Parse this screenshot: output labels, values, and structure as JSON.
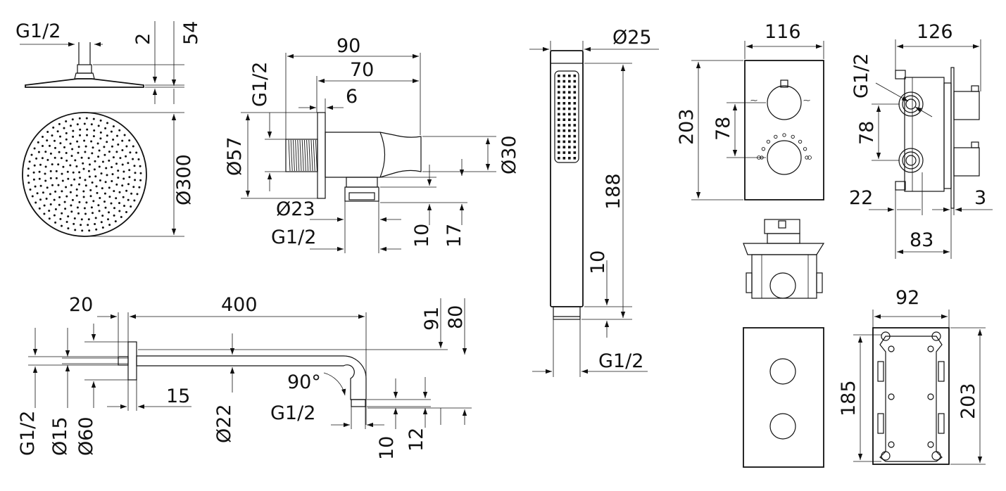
{
  "drawing": {
    "shower_head": {
      "thread_label": "G1/2",
      "dim_top": "2",
      "dim_height": "54",
      "dim_diameter": "Ø300"
    },
    "wall_elbow": {
      "dim_width": "90",
      "dim_depth": "70",
      "dim_flange": "6",
      "thread_label_top": "G1/2",
      "dim_flange_dia": "Ø57",
      "dim_holder_dia": "Ø30",
      "dim_outlet_dia": "Ø23",
      "thread_label_bottom": "G1/2",
      "dim_10": "10",
      "dim_17": "17"
    },
    "hand_shower": {
      "dim_diameter": "Ø25",
      "dim_length": "188",
      "dim_nut": "10",
      "thread_label": "G1/2"
    },
    "shower_arm": {
      "dim_flange": "20",
      "dim_length": "400",
      "dim_91": "91",
      "dim_80": "80",
      "angle": "90°",
      "dim_15": "15",
      "thread_label_wall": "G1/2",
      "dim_wall_15": "Ø15",
      "dim_wall_60": "Ø60",
      "dim_tube": "Ø22",
      "thread_label_end": "G1/2",
      "dim_10": "10",
      "dim_12": "12"
    },
    "mixer_front": {
      "dim_width": "116",
      "dim_height": "203",
      "dim_spacing": "78"
    },
    "mixer_side": {
      "dim_width": "126",
      "thread_label": "G1/2",
      "dim_spacing": "78",
      "dim_22": "22",
      "dim_3": "3",
      "dim_83": "83"
    },
    "box_back": {
      "dim_width": "92",
      "dim_inner_height": "185",
      "dim_height": "203"
    }
  }
}
